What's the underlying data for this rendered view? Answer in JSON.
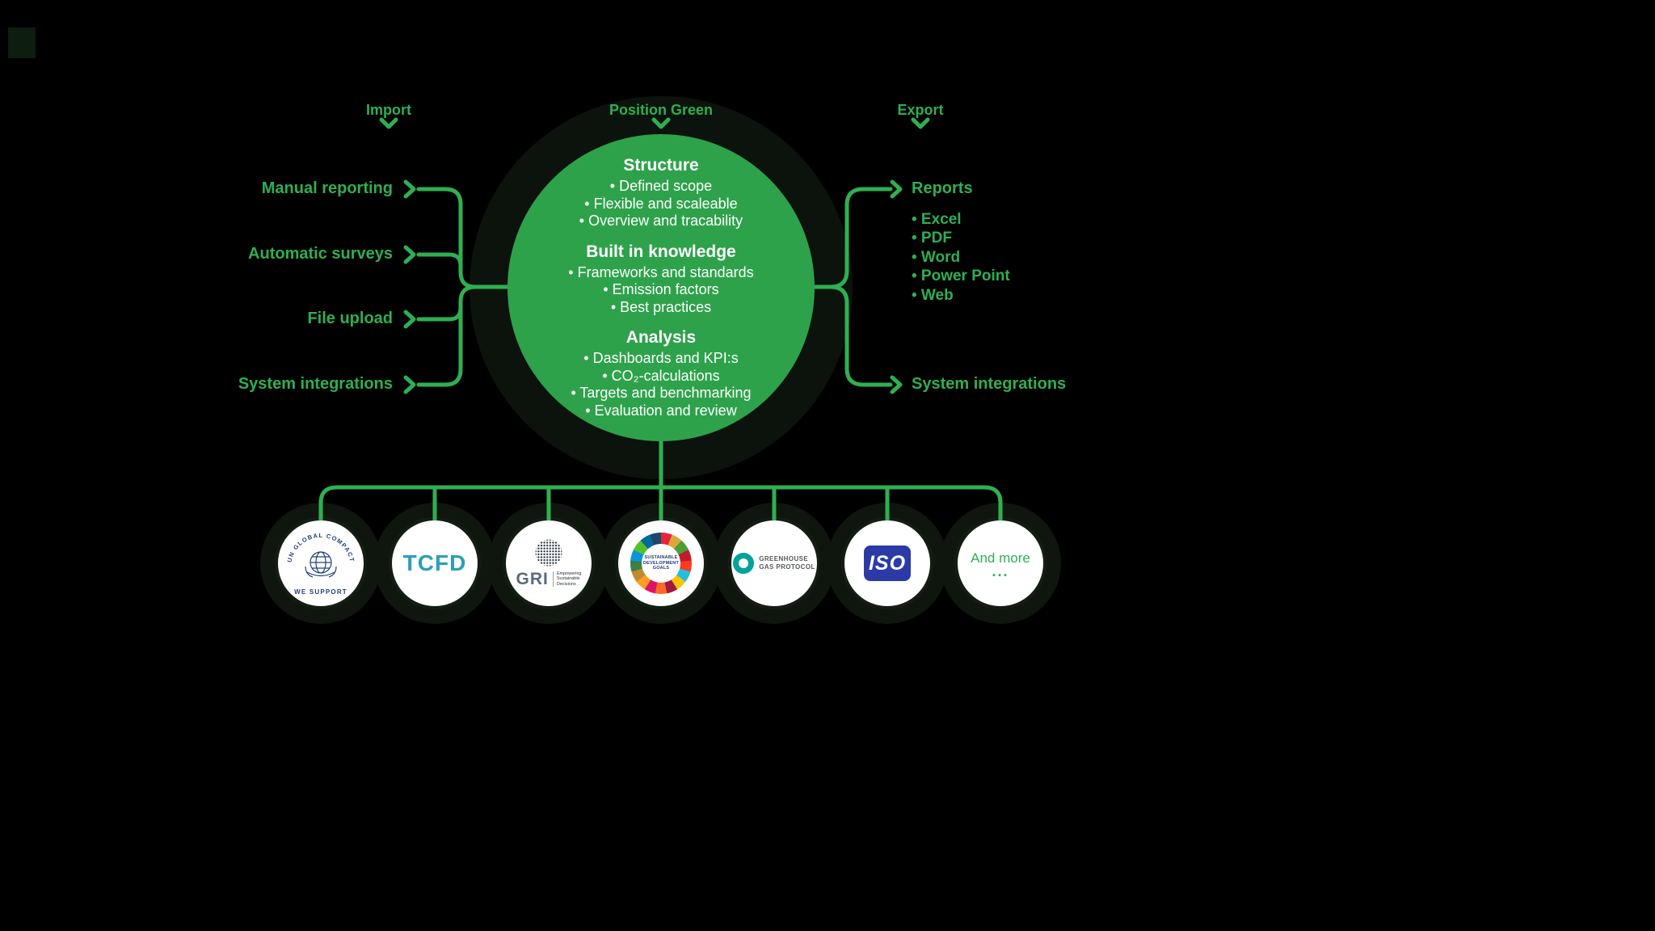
{
  "colors": {
    "background": "#000000",
    "accent_green": "#2FAF52",
    "circle_green": "#2EA24B",
    "ring_dark": "#121B12",
    "circle_text": "#FFFFFF",
    "tcfd_blue": "#2B9FBA",
    "iso_blue": "#2B3AA6",
    "ghg_teal": "#00A39B",
    "un_blue": "#23407C",
    "gri_gray": "#5C6B78"
  },
  "header": {
    "import": "Import",
    "center": "Position Green",
    "export": "Export"
  },
  "imports": {
    "items": [
      {
        "label": "Manual reporting"
      },
      {
        "label": "Automatic surveys"
      },
      {
        "label": "File upload"
      },
      {
        "label": "System integrations"
      }
    ]
  },
  "platform": {
    "sections": [
      {
        "title": "Structure",
        "bullets": [
          "• Defined scope",
          "• Flexible and scaleable",
          "• Overview and tracability"
        ]
      },
      {
        "title": "Built in knowledge",
        "bullets": [
          "• Frameworks and standards",
          "• Emission factors",
          "• Best practices"
        ]
      },
      {
        "title": "Analysis",
        "bullets": [
          "• Dashboards and KPI:s",
          "• CO₂-calculations",
          "• Targets and benchmarking",
          "• Evaluation and review"
        ]
      }
    ]
  },
  "exports": {
    "reports": "Reports",
    "formats": [
      "• Excel",
      "• PDF",
      "• Word",
      "• Power Point",
      "• Web"
    ],
    "system_integrations": "System integrations"
  },
  "partners": {
    "un_global_compact": {
      "arc_text": "UN GLOBAL COMPACT",
      "bottom_text": "WE SUPPORT"
    },
    "tcfd": {
      "text": "TCFD"
    },
    "gri": {
      "text": "GRI",
      "tagline_lines": [
        "Empowering",
        "Sustainable",
        "Decisions"
      ]
    },
    "sdg": {
      "center_lines": [
        "SUSTAINABLE",
        "DEVELOPMENT",
        "GOALS"
      ]
    },
    "ghg": {
      "line1": "GREENHOUSE",
      "line2": "GAS PROTOCOL"
    },
    "iso": {
      "text": "ISO"
    },
    "more": {
      "line1": "And more",
      "line2": "..."
    }
  }
}
